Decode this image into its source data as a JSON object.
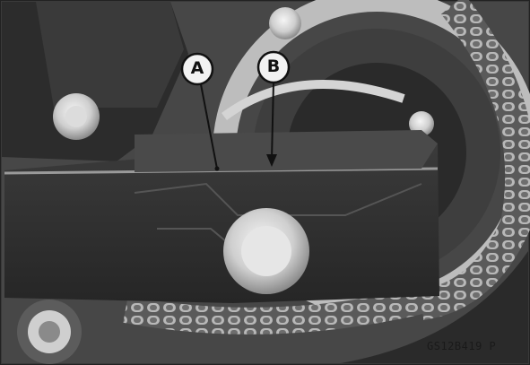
{
  "figure": {
    "callouts": [
      {
        "id": "A",
        "label": "A"
      },
      {
        "id": "B",
        "label": "B"
      }
    ],
    "figure_code": "GS12B419  P"
  },
  "colors": {
    "ink": "#111111",
    "photo_dark": "#2f2f2f",
    "photo_mid": "#6a6a6a",
    "photo_light": "#d9d9d9"
  }
}
